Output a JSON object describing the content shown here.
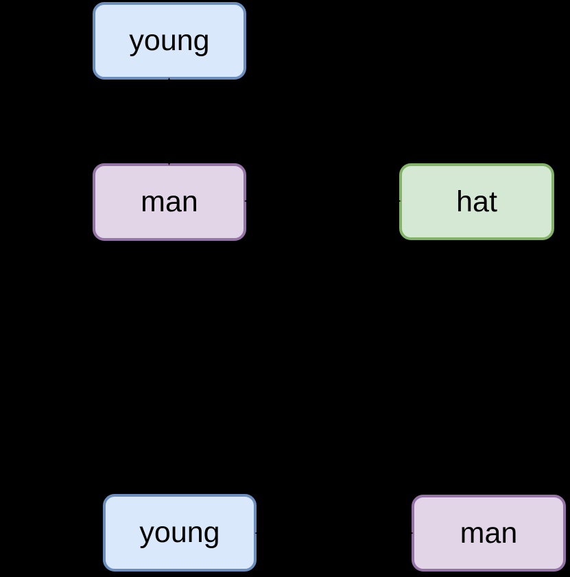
{
  "background_color": "#000000",
  "diagram": {
    "nodes": [
      {
        "id": "young-top",
        "label": "young",
        "fill": "#dae8fc",
        "border": "#6c8ebf",
        "row": "top"
      },
      {
        "id": "man-mid",
        "label": "man",
        "fill": "#e1d5e7",
        "border": "#9673a6",
        "row": "middle-left"
      },
      {
        "id": "hat-mid",
        "label": "hat",
        "fill": "#d5e8d4",
        "border": "#82b366",
        "row": "middle-right"
      },
      {
        "id": "young-bottom",
        "label": "young",
        "fill": "#dae8fc",
        "border": "#6c8ebf",
        "row": "bottom-left"
      },
      {
        "id": "man-bottom",
        "label": "man",
        "fill": "#e1d5e7",
        "border": "#9673a6",
        "row": "bottom-right"
      }
    ],
    "edges": [
      {
        "from": "young-top",
        "to": "man-mid",
        "color": "#000000",
        "note": "vertical arrow, nearly invisible on black background"
      },
      {
        "from": "man-mid",
        "to": "hat-mid",
        "color": "#000000",
        "note": "horizontal arrow, nearly invisible on black background"
      },
      {
        "from": "young-bottom",
        "to": "man-bottom",
        "color": "#000000",
        "note": "horizontal arrow, nearly invisible on black background"
      }
    ]
  }
}
